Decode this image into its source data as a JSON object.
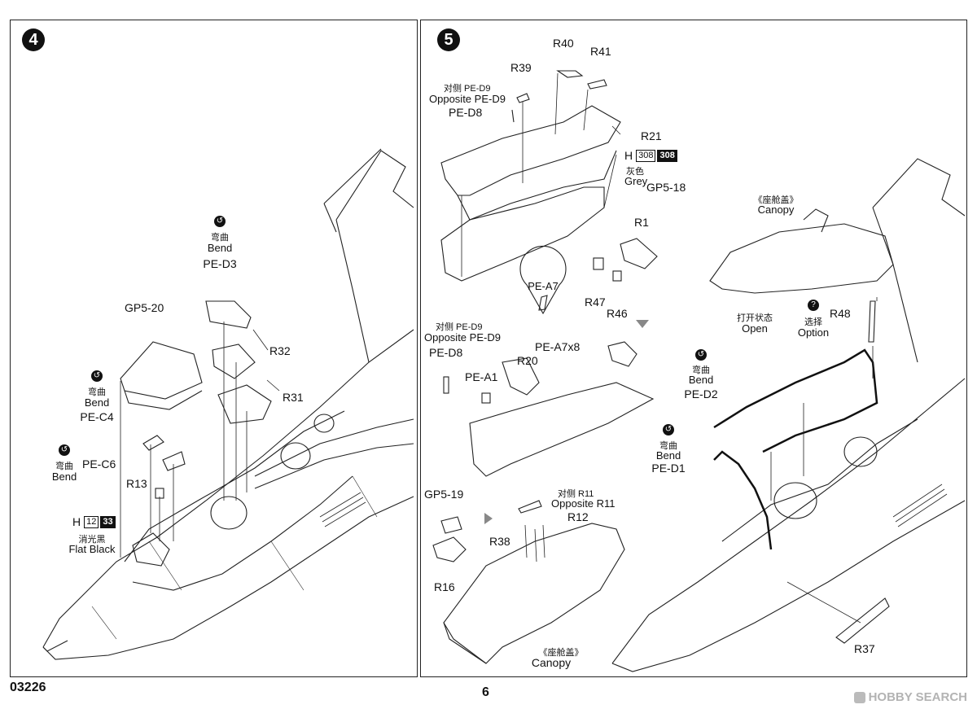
{
  "step4": {
    "number": "4",
    "labels": {
      "bend1_cn": "弯曲",
      "bend1_en": "Bend",
      "pe_d3": "PE-D3",
      "gp5_20": "GP5-20",
      "r32": "R32",
      "r31": "R31",
      "bend2_cn": "弯曲",
      "bend2_en": "Bend",
      "pe_c4": "PE-C4",
      "bend3_cn": "弯曲",
      "bend3_en": "Bend",
      "pe_c6": "PE-C6",
      "r13": "R13",
      "h_letter": "H",
      "h_box": "12",
      "h_fill": "33",
      "flat_black_cn": "消光黑",
      "flat_black_en": "Flat Black"
    }
  },
  "step5": {
    "number": "5",
    "labels": {
      "r40": "R40",
      "r41": "R41",
      "r39": "R39",
      "opp_cn1": "对侧 PE-D9",
      "opp_en1": "Opposite PE-D9",
      "pe_d8_1": "PE-D8",
      "r21": "R21",
      "h_letter": "H",
      "h_box": "308",
      "h_fill": "308",
      "grey_cn": "灰色",
      "grey_en": "Grey",
      "gp5_18": "GP5-18",
      "r1": "R1",
      "r47": "R47",
      "r46": "R46",
      "pe_a7": "PE-A7",
      "pe_a7x8": "PE-A7x8",
      "opp_cn2": "对侧 PE-D9",
      "opp_en2": "Opposite PE-D9",
      "pe_d8_2": "PE-D8",
      "r20": "R20",
      "pe_a1": "PE-A1",
      "gp5_19": "GP5-19",
      "r16": "R16",
      "opp_r11_cn": "对侧 R11",
      "opp_r11_en": "Opposite R11",
      "r12": "R12",
      "r38": "R38",
      "canopy_cn_bottom": "《座舱盖》",
      "canopy_en_bottom": "Canopy",
      "canopy_cn_top": "《座舱盖》",
      "canopy_en_top": "Canopy",
      "open_cn": "打开状态",
      "open_en": "Open",
      "option_cn": "选择",
      "option_en": "Option",
      "option_icon": "?",
      "r48": "R48",
      "bend_a_cn": "弯曲",
      "bend_a_en": "Bend",
      "pe_d2": "PE-D2",
      "bend_b_cn": "弯曲",
      "bend_b_en": "Bend",
      "pe_d1": "PE-D1",
      "r37": "R37"
    }
  },
  "footer": {
    "product_code": "03226",
    "page_number": "6",
    "watermark": "HOBBY SEARCH"
  },
  "icons": {
    "bend": "bend-arrow-icon",
    "option": "question-icon",
    "flip": "flip-arrow-icon"
  }
}
